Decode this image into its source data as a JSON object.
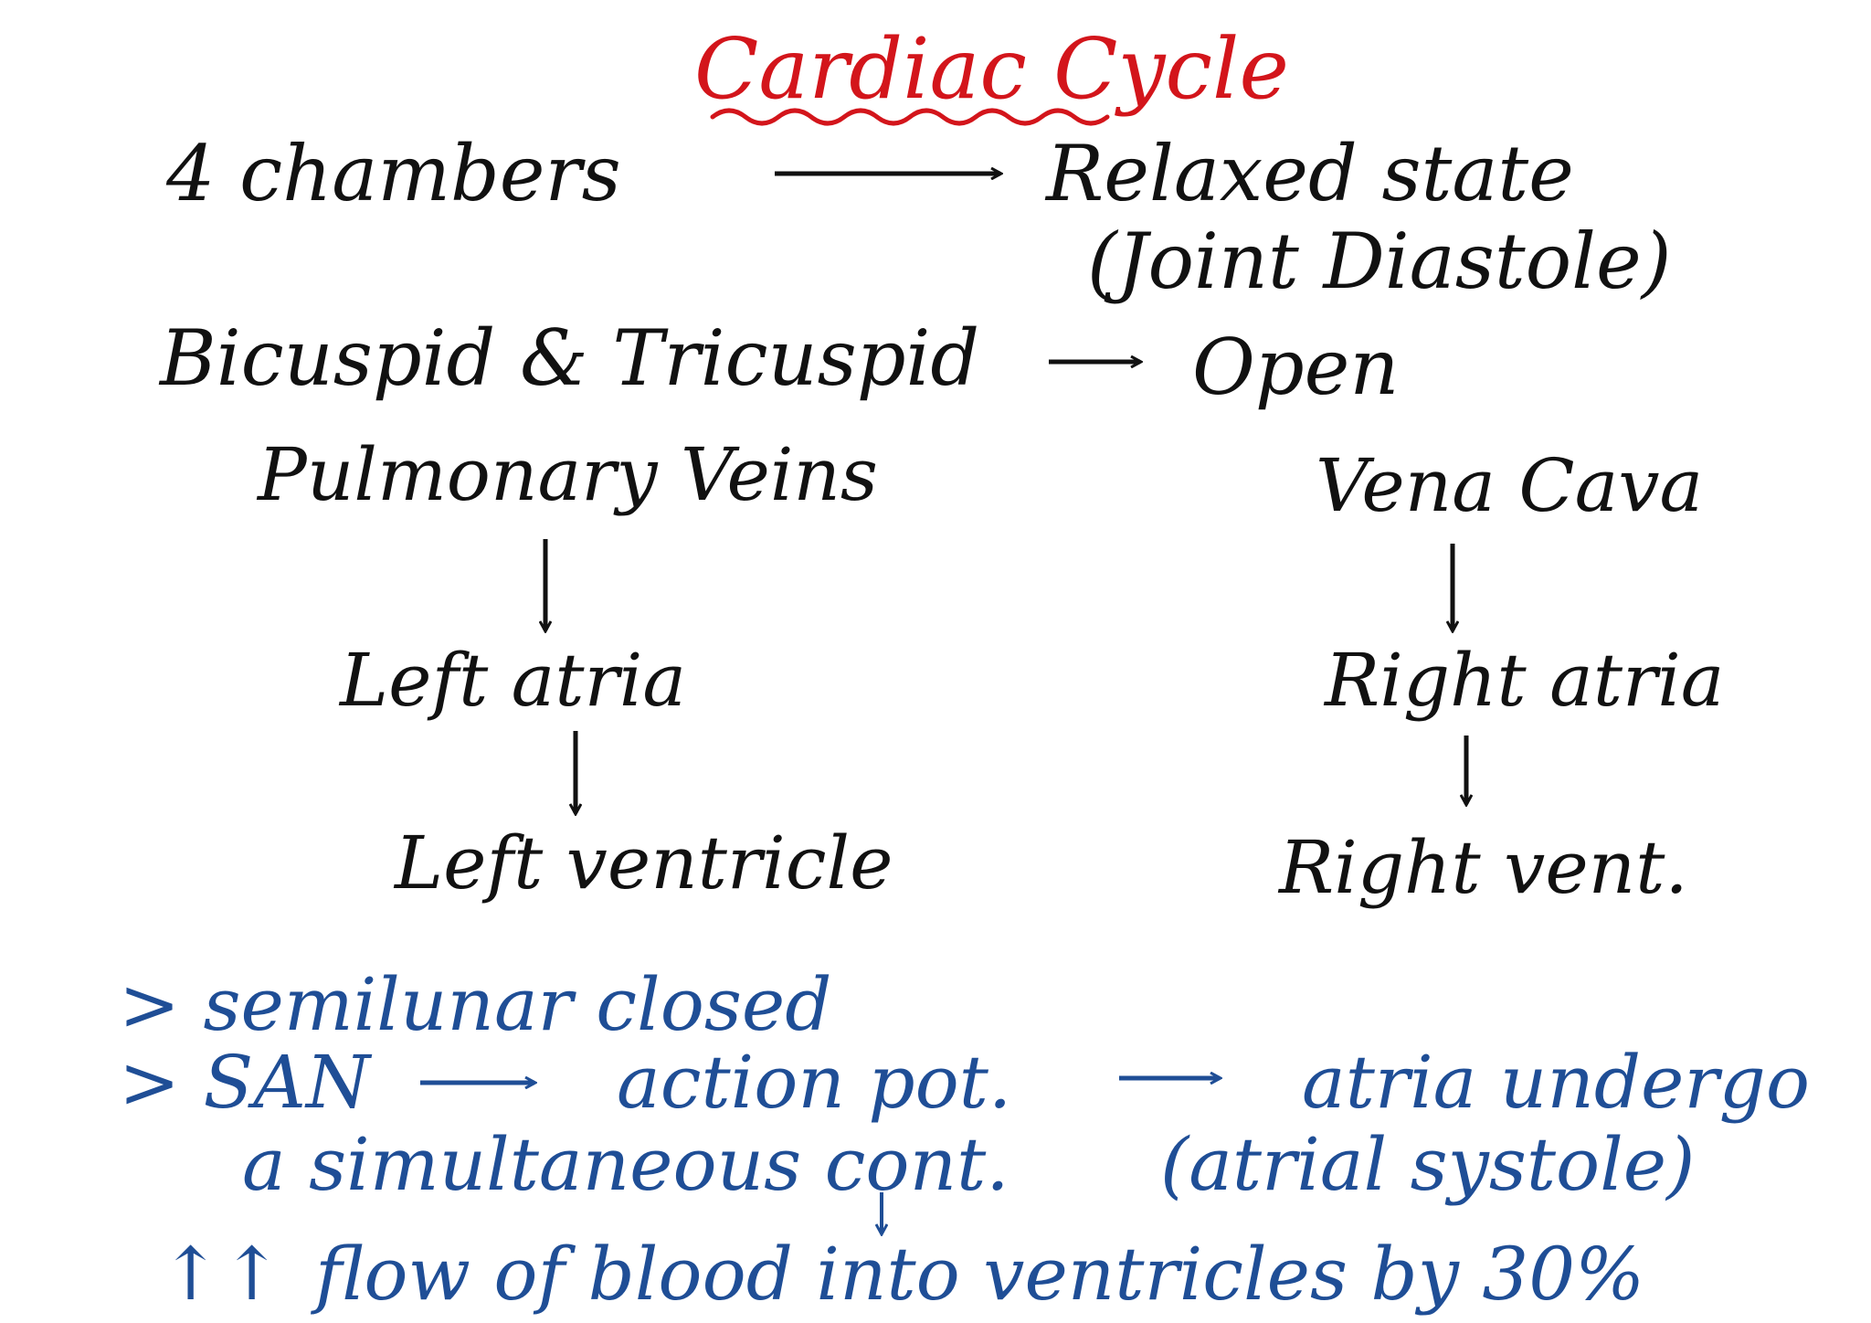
{
  "title": "Cardiac Cycle",
  "colors": {
    "ink_black": "#111111",
    "ink_blue": "#1f4e96",
    "ink_red": "#d3151b"
  },
  "line1": {
    "left": "4 chambers",
    "right": "Relaxed state",
    "right_sub": "(Joint Diastole)"
  },
  "line2": {
    "left": "Bicuspid & Tricuspid",
    "right": "Open"
  },
  "left_flow": {
    "top": "Pulmonary Veins",
    "middle": "Left atria",
    "bottom": "Left ventricle"
  },
  "right_flow": {
    "top": "Vena Cava",
    "middle": "Right atria",
    "bottom": "Right vent."
  },
  "notes": {
    "bullet1": "> semilunar closed",
    "bullet2_a": "> SAN",
    "bullet2_b": "action pot.",
    "bullet2_c": "atria undergo",
    "bullet2_line2_a": "a simultaneous cont.",
    "bullet2_line2_b": "(atrial systole)",
    "bullet3_arrows": "↑↑",
    "bullet3": "flow of blood into ventricles by 30%"
  }
}
